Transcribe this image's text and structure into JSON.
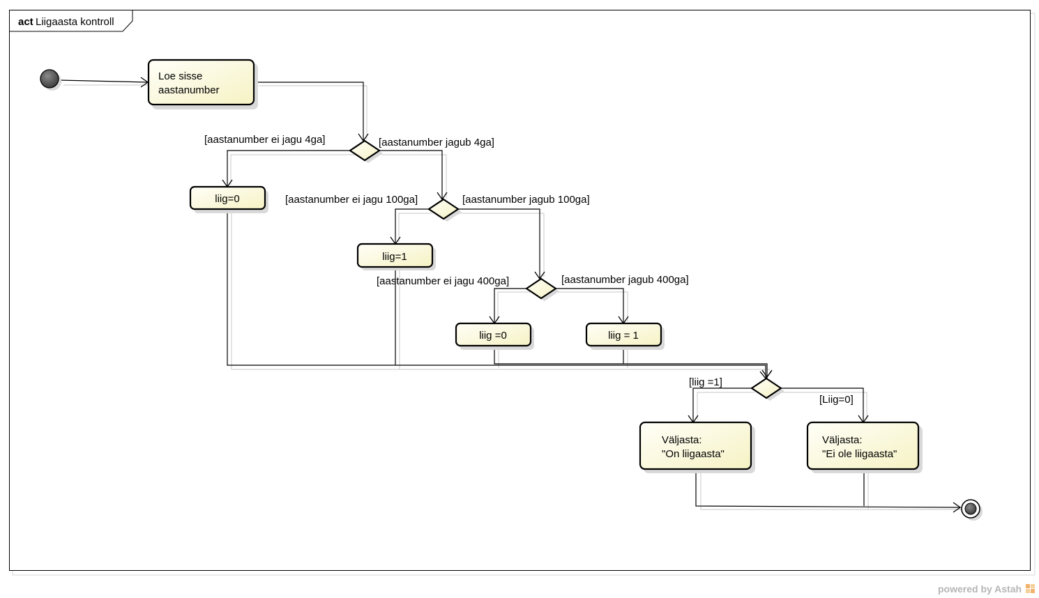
{
  "frame": {
    "keyword": "act",
    "name": "Liigaasta kontroll"
  },
  "actions": {
    "read_year": [
      "Loe sisse",
      "aastanumber"
    ],
    "leap0_a": [
      "liig=0"
    ],
    "leap1_a": [
      "liig=1"
    ],
    "leap0_b": [
      "liig =0"
    ],
    "leap1_b": [
      "liig = 1"
    ],
    "out_yes": [
      "Väljasta:",
      "\"On liigaasta\""
    ],
    "out_no": [
      "Väljasta:",
      "\"Ei ole liigaasta\""
    ]
  },
  "guards": {
    "d1_no": "[aastanumber ei jagu 4ga]",
    "d1_yes": "[aastanumber jagub 4ga]",
    "d2_no": "[aastanumber ei jagu 100ga]",
    "d2_yes": "[aastanumber jagub 100ga]",
    "d3_no": "[aastanumber ei jagu 400ga]",
    "d3_yes": "[aastanumber jagub 400ga]",
    "d4_yes": "[liig =1]",
    "d4_no": "[Liig=0]"
  },
  "footer": {
    "text": "powered by Astah"
  },
  "colors": {
    "node_fill_light": "#fffff8",
    "node_fill_dark": "#f6f2c4",
    "initial_fill": "#4a4a4a",
    "shadow": "#d9d9d9"
  }
}
